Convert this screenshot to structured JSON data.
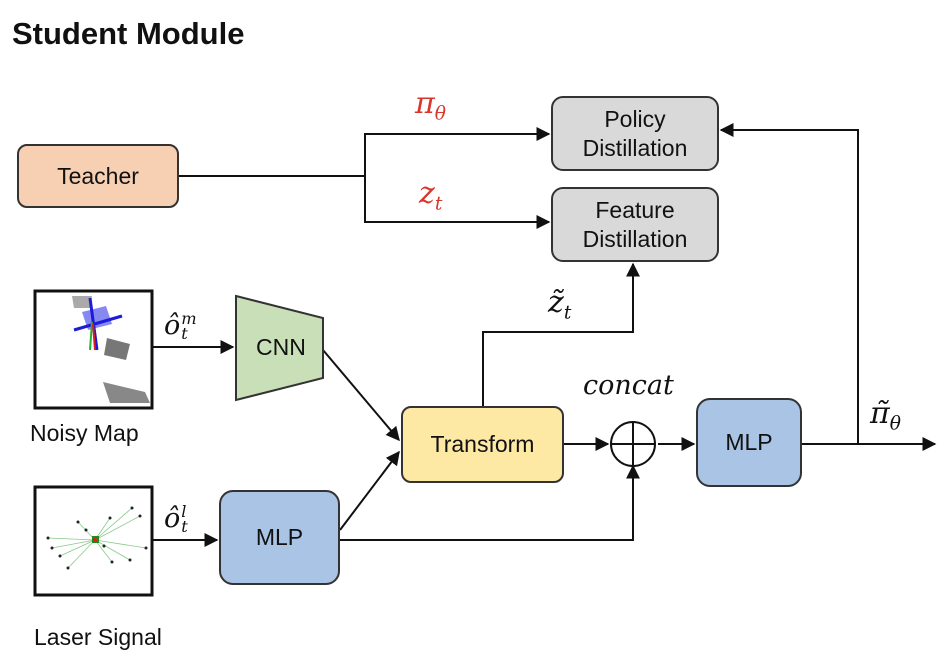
{
  "title": "Student Module",
  "nodes": {
    "teacher": "Teacher",
    "policy_distillation": "Policy\nDistillation",
    "feature_distillation": "Feature\nDistillation",
    "cnn": "CNN",
    "transform": "Transform",
    "mlp_right": "MLP",
    "mlp_left": "MLP"
  },
  "inputs": {
    "noisy_map": "Noisy Map",
    "laser_signal": "Laser Signal"
  },
  "edge_labels": {
    "pi_theta": {
      "base": "π",
      "sub": "θ"
    },
    "z_t": {
      "base": "z",
      "sub": "t"
    },
    "z_tilde_t": {
      "base": "z̃",
      "sub": "t"
    },
    "concat": "concat",
    "pi_tilde_theta": {
      "base": "π̃",
      "sub": "θ"
    },
    "o_map": {
      "base": "ô",
      "sup": "m",
      "sub": "t"
    },
    "o_laser": {
      "base": "ô",
      "sup": "l",
      "sub": "t"
    }
  },
  "colors": {
    "teacher": "#f7cfb3",
    "distillation": "#d9d9d9",
    "cnn": "#c9dfb7",
    "transform": "#fde8a4",
    "mlp": "#a9c4e4",
    "highlight_label": "#d9352b"
  }
}
